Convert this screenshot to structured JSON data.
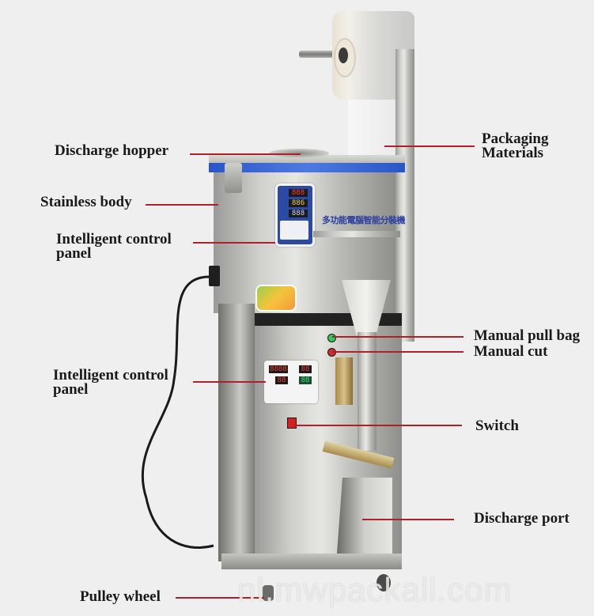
{
  "diagram": {
    "subject": "Multi-function automatic packaging machine",
    "machine_panel_text": "多功能電腦智能分裝機",
    "watermark": "nl.mwpackall.com",
    "leader_color": "#b0202a",
    "background_color": "#efefef",
    "labels": [
      {
        "id": "discharge-hopper",
        "text": "Discharge hopper"
      },
      {
        "id": "stainless-body",
        "text": "Stainless body"
      },
      {
        "id": "control-panel-upper",
        "line1": "Intelligent control",
        "line2": "panel"
      },
      {
        "id": "control-panel-lower",
        "line1": "Intelligent control",
        "line2": "panel"
      },
      {
        "id": "pulley-wheel",
        "text": "Pulley wheel"
      },
      {
        "id": "packaging-materials",
        "line1": "Packaging",
        "line2": "Materials"
      },
      {
        "id": "manual-pull-bag",
        "text": "Manual pull bag"
      },
      {
        "id": "manual-cut",
        "text": "Manual cut"
      },
      {
        "id": "switch",
        "text": "Switch"
      },
      {
        "id": "discharge-port",
        "text": "Discharge port"
      }
    ],
    "upper_panel_displays": [
      "888",
      "886",
      "888"
    ],
    "lower_panel_displays": [
      "8888",
      "88",
      "88",
      "88"
    ]
  }
}
